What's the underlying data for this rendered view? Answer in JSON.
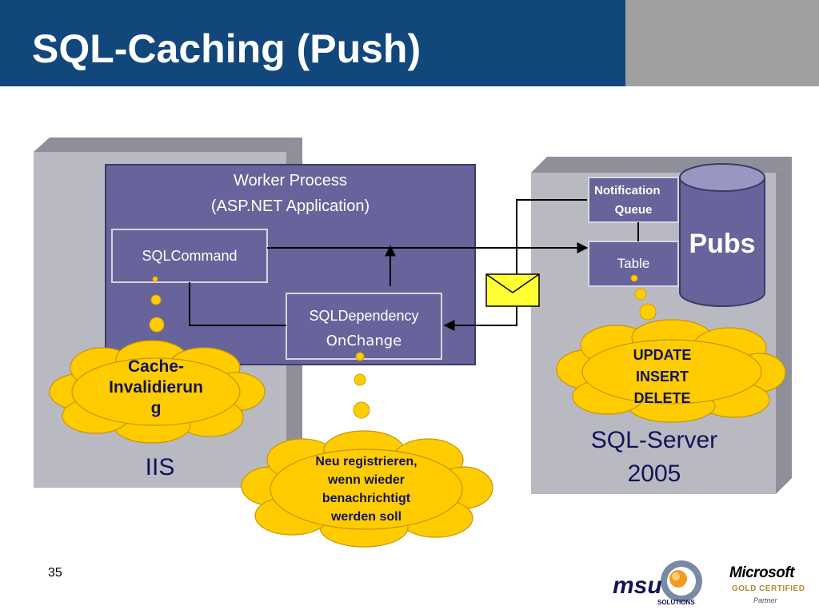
{
  "slide": {
    "title": "SQL-Caching (Push)",
    "page_number": "35"
  },
  "iis": {
    "label": "IIS",
    "worker_process_line1": "Worker Process",
    "worker_process_line2": "(ASP.NET Application)",
    "sqlcommand": "SQLCommand",
    "sqldependency_line1": "SQLDependency",
    "sqldependency_line2": "OnChange"
  },
  "sql_server": {
    "label_line1": "SQL-Server",
    "label_line2": "2005",
    "notification_queue_line1": "Notification",
    "notification_queue_line2": "Queue",
    "table": "Table",
    "pubs": "Pubs"
  },
  "clouds": {
    "cache_line1": "Cache-",
    "cache_line2": "Invalidierun",
    "cache_line3": "g",
    "reregister_line1": "Neu registrieren,",
    "reregister_line2": "wenn wieder",
    "reregister_line3": "benachrichtigt",
    "reregister_line4": "werden soll",
    "update": "UPDATE",
    "insert": "INSERT",
    "delete": "DELETE"
  },
  "logos": {
    "msu_name": "msu",
    "msu_sub": "SOLUTIONS",
    "ms_name": "Microsoft",
    "ms_gold": "GOLD CERTIFIED",
    "ms_partner": "Partner"
  },
  "colors": {
    "title_bg": "#11477a",
    "panel_gray": "#b8b9c1",
    "box_purple": "#66649a",
    "cloud_yellow": "#ffcc00"
  }
}
